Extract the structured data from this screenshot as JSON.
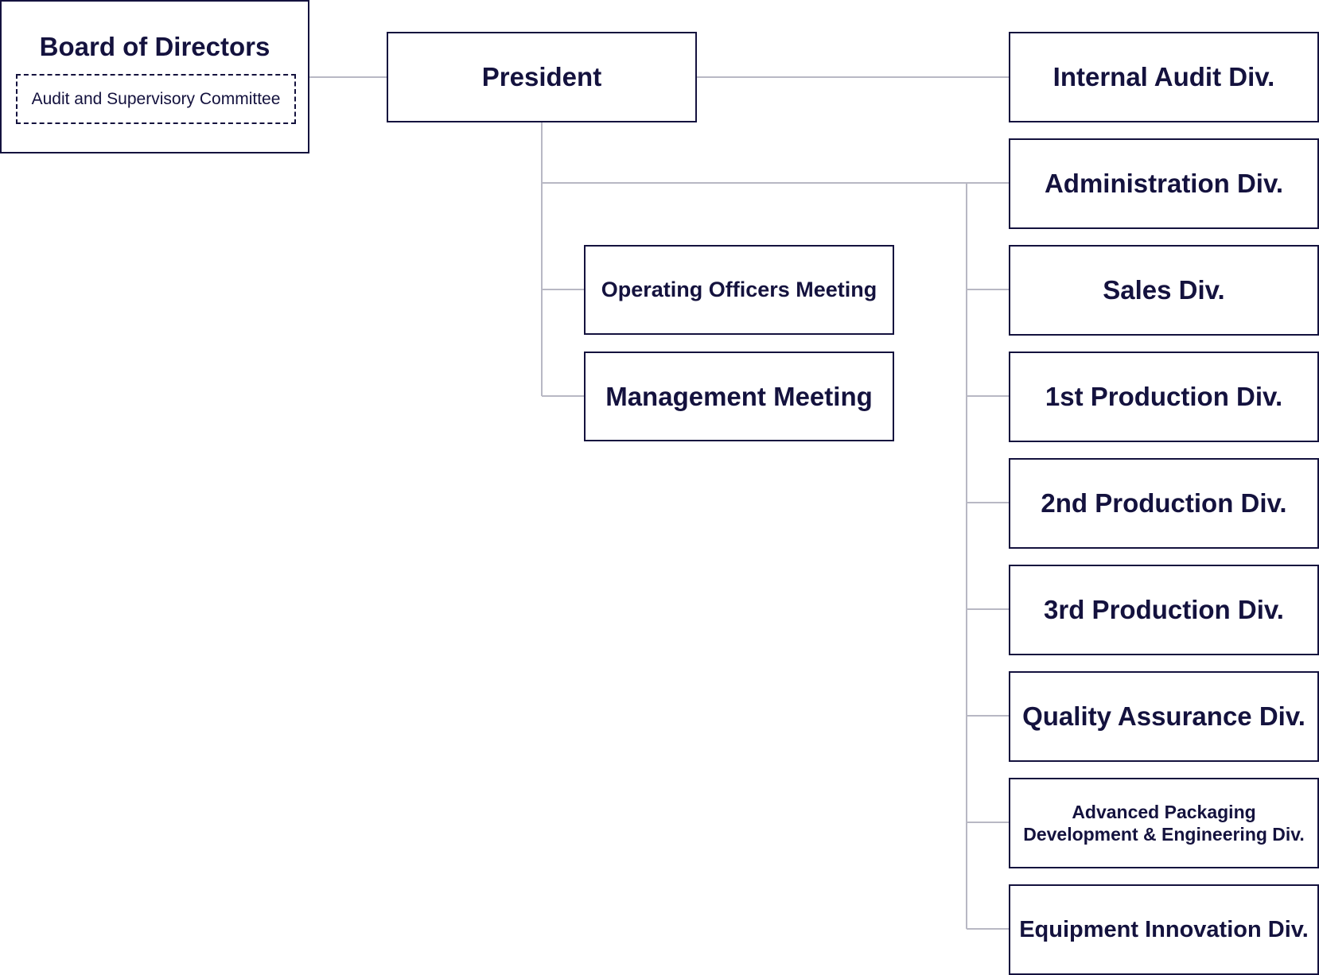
{
  "board": {
    "title": "Board of Directors",
    "committee": "Audit and Supervisory Committee"
  },
  "president": {
    "label": "President"
  },
  "meetings": [
    {
      "label": "Operating Officers Meeting"
    },
    {
      "label": "Management Meeting"
    }
  ],
  "divisions": [
    {
      "label": "Internal Audit Div."
    },
    {
      "label": "Administration Div."
    },
    {
      "label": "Sales Div."
    },
    {
      "label": "1st Production Div."
    },
    {
      "label": "2nd Production Div."
    },
    {
      "label": "3rd Production Div."
    },
    {
      "label": "Quality Assurance Div."
    },
    {
      "label_line1": "Advanced Packaging",
      "label_line2": "Development & Engineering Div."
    },
    {
      "label": "Equipment Innovation Div."
    }
  ],
  "colors": {
    "box_border": "#14123e",
    "text": "#14123e",
    "connector": "#b8b8c4"
  }
}
